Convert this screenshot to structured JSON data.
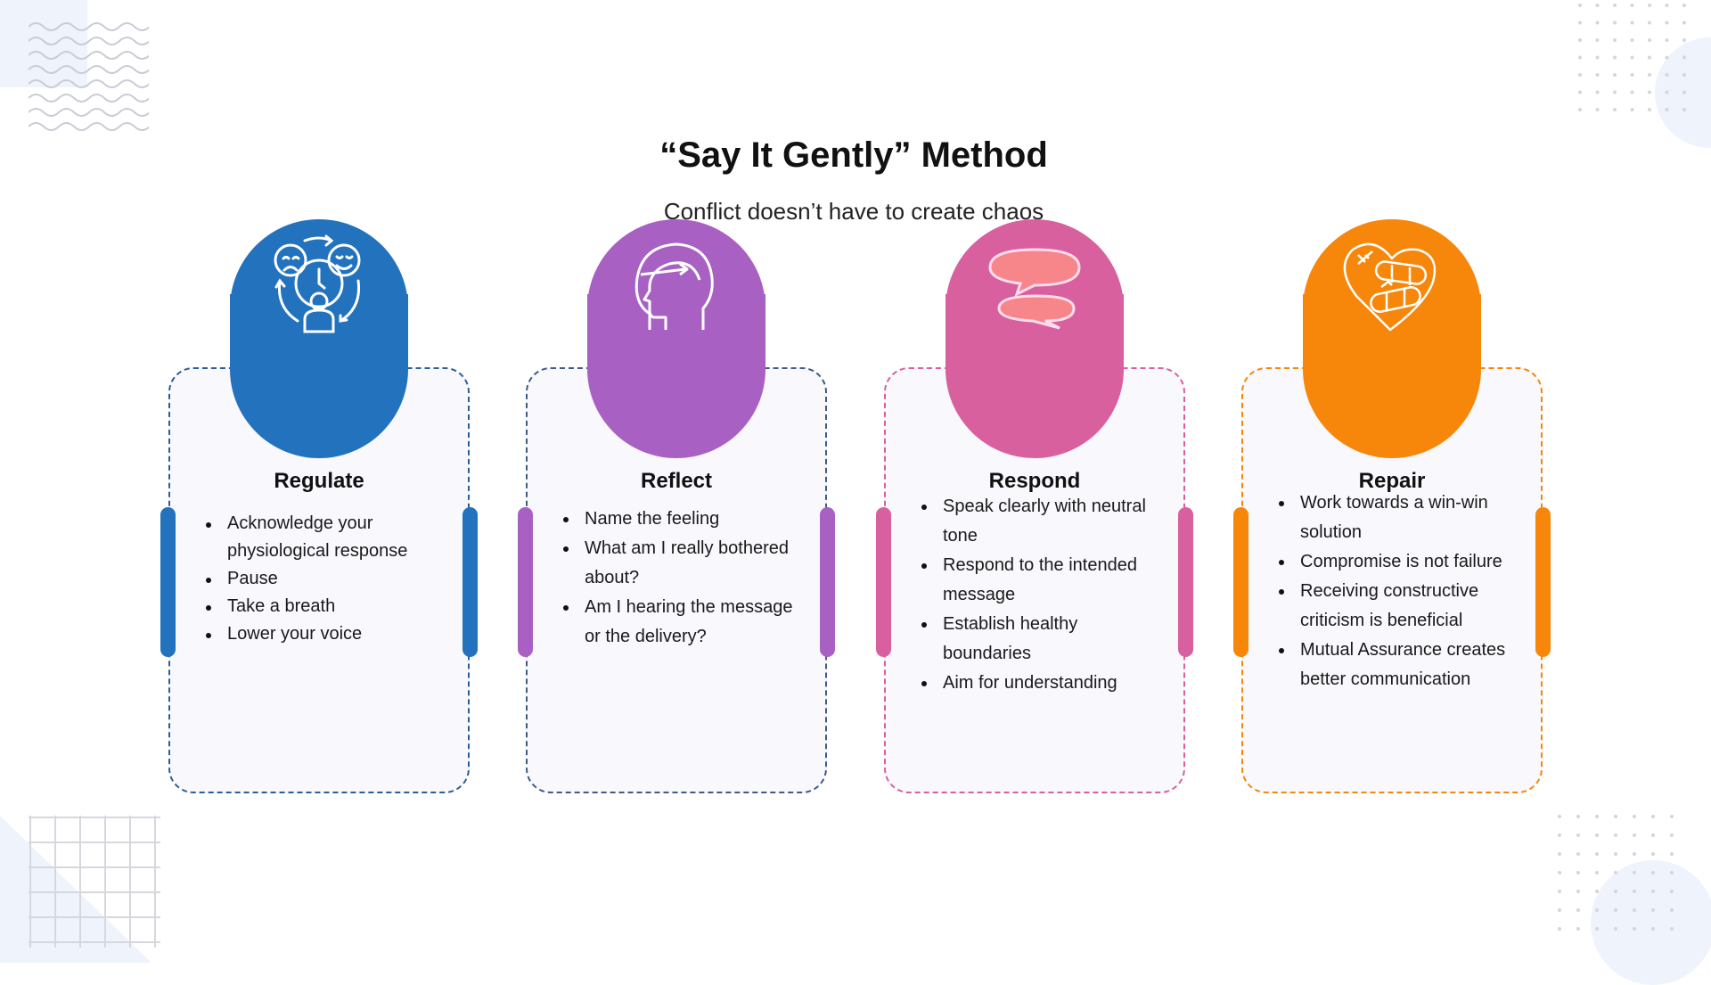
{
  "title": "“Say It Gently” Method",
  "subtitle": "Conflict doesn’t have to create chaos",
  "cards": [
    {
      "heading": "Regulate",
      "color": "#2272BE",
      "icon": "emotion-cycle-icon",
      "items": [
        "Acknowledge your physiological response",
        "Pause",
        "Take a breath",
        "Lower your voice"
      ]
    },
    {
      "heading": "Reflect",
      "color": "#A861C3",
      "icon": "head-reflect-icon",
      "items": [
        "Name the feeling",
        "What am I really bothered about?",
        "Am I hearing the message or the delivery?"
      ]
    },
    {
      "heading": "Respond",
      "color": "#D9609F",
      "icon": "speech-bubbles-icon",
      "items": [
        "Speak clearly with neutral tone",
        "Respond to the intended message",
        "Establish healthy boundaries",
        "Aim for understanding"
      ]
    },
    {
      "heading": "Repair",
      "color": "#F6870B",
      "icon": "bandaged-heart-icon",
      "items": [
        "Work towards a win-win solution",
        "Compromise is not failure",
        "Receiving constructive criticism is beneficial",
        "Mutual Assurance creates better communication"
      ]
    }
  ]
}
